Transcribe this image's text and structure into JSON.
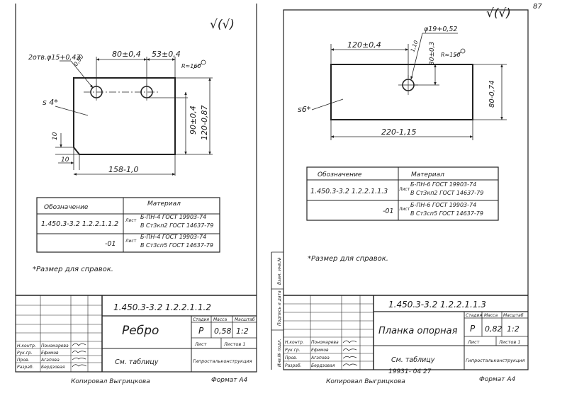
{
  "page_corner_number": "87",
  "left_sheet": {
    "roughness_mark": "√(√)",
    "drawing": {
      "holes_label": "2отв.φ15+0,43",
      "hole_chamfer": "0,90",
      "dim_80": "80±0,4",
      "dim_53": "53±0,4",
      "radius": "R≈160",
      "thickness": "s 4*",
      "dim_90": "90±0,4",
      "dim_120": "120-0,87",
      "dim_10_v": "10",
      "dim_10_h": "10",
      "dim_158": "158-1,0"
    },
    "spec_table": {
      "header_designation": "Обозначение",
      "header_material": "Материал",
      "rows": [
        {
          "designation": "1.450.3-3.2  1.2.2.1.1.2",
          "sheet": "Лист",
          "material_1": "Б-ПН-4 ГОСТ 19903-74",
          "material_2": "В Ст3кп2 ГОСТ 14637-79"
        },
        {
          "designation": "-01",
          "sheet": "Лист",
          "material_1": "Б-ПН-4 ГОСТ 19903-74",
          "material_2": "В Ст3сп5 ГОСТ 14637-79"
        }
      ]
    },
    "note": "*Размер для справок.",
    "title_block": {
      "code": "1.450.3-3.2  1.2.2.1.1.2",
      "name": "Ребро",
      "h_stage": "Стадия",
      "h_mass": "Масса",
      "h_scale": "Масштаб",
      "stage": "Р",
      "mass": "0,58",
      "scale": "1:2",
      "sheet": "Лист",
      "sheets": "Листов 1",
      "material": "См. таблицу",
      "org": "Гипростальконструкция",
      "staff": [
        {
          "role": "Н.контр.",
          "name": "Пономарева"
        },
        {
          "role": "Рук.гр.",
          "name": "Ефимов"
        },
        {
          "role": "Пров.",
          "name": "Агапова"
        },
        {
          "role": "Разраб.",
          "name": "Бердзовая"
        }
      ]
    },
    "footer_copy": "Копировал  Выгрицкова",
    "footer_format": "Формат  А4"
  },
  "right_sheet": {
    "roughness_mark": "√(√)",
    "drawing": {
      "hole_label": "φ19+0,52",
      "hole_chamfer": "1,10",
      "dim_120": "120±0,4",
      "dim_30": "30±0,3",
      "radius": "R≈150",
      "thickness": "s6*",
      "dim_80": "80-0,74",
      "dim_220": "220-1,15"
    },
    "spec_table": {
      "header_designation": "Обозначение",
      "header_material": "Материал",
      "rows": [
        {
          "designation": "1.450.3-3.2  1.2.2.1.1.3",
          "sheet": "Лист",
          "material_1": "Б-ПН-6 ГОСТ 19903-74",
          "material_2": "В Ст3кп2 ГОСТ 14637-79"
        },
        {
          "designation": "-01",
          "sheet": "Лист",
          "material_1": "Б-ПН-6 ГОСТ 19903-74",
          "material_2": "В Ст3сп5 ГОСТ 14637-79"
        }
      ]
    },
    "note": "*Размер для справок.",
    "side_stamp": [
      "Инв.№ подл.",
      "Подпись и дата",
      "Взам. инв.№"
    ],
    "title_block": {
      "code": "1.450.3-3.2  1.2.2.1.1.3",
      "name": "Планка опорная",
      "h_stage": "Стадия",
      "h_mass": "Масса",
      "h_scale": "Масштаб",
      "stage": "Р",
      "mass": "0,82",
      "scale": "1:2",
      "sheet": "Лист",
      "sheets": "Листов 1",
      "material": "См. таблицу",
      "org": "Гипростальконструкция",
      "staff": [
        {
          "role": "Н.контр.",
          "name": "Пономарева"
        },
        {
          "role": "Рук.гр.",
          "name": "Ефимов"
        },
        {
          "role": "Пров.",
          "name": "Агапова"
        },
        {
          "role": "Разраб.",
          "name": "Бердзовая"
        }
      ]
    },
    "date_stamp": "19931- 04  27",
    "footer_copy": "Копировал  Выгрицкова",
    "footer_format": "Формат  А4"
  }
}
